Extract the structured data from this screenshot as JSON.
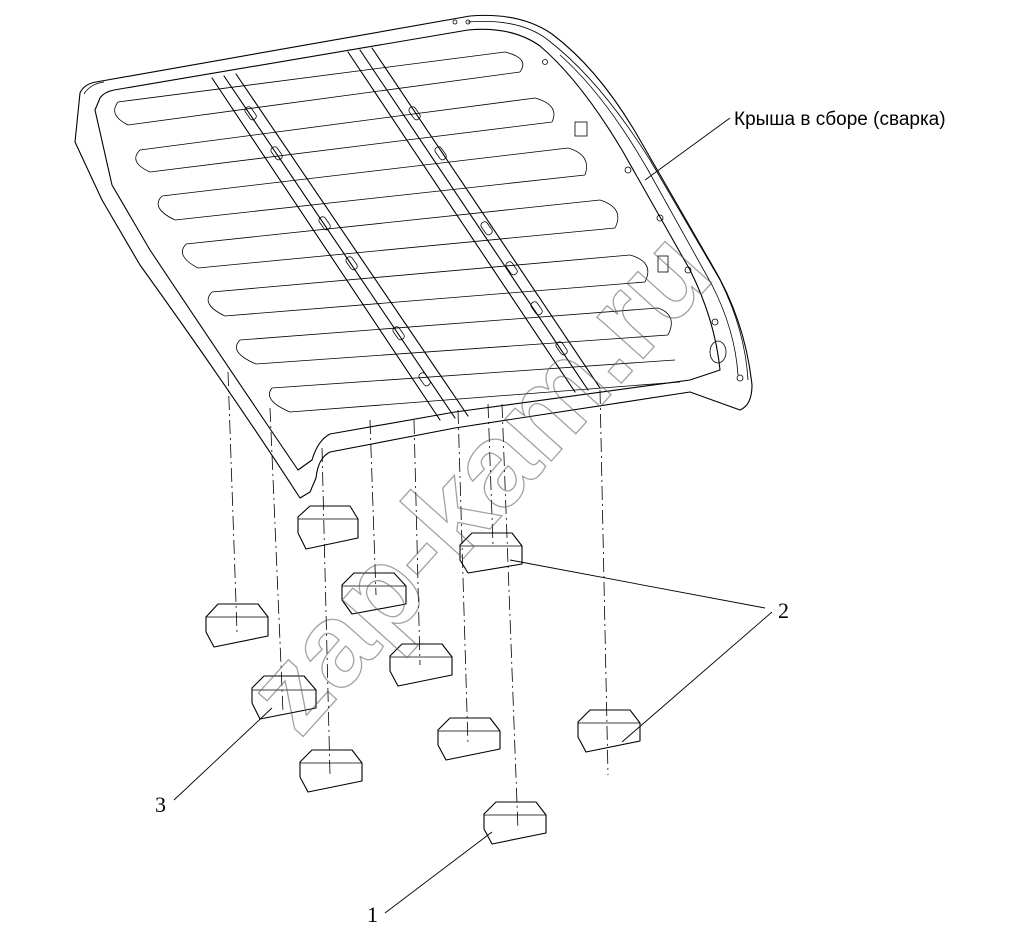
{
  "assembly_label": "Крыша в сборе (сварка)",
  "callouts": [
    {
      "id": "callout-1",
      "text": "1"
    },
    {
      "id": "callout-2",
      "text": "2"
    },
    {
      "id": "callout-3",
      "text": "3"
    }
  ],
  "watermark": "zap-kam.ru",
  "colors": {
    "line": "#000000",
    "background": "#ffffff"
  }
}
